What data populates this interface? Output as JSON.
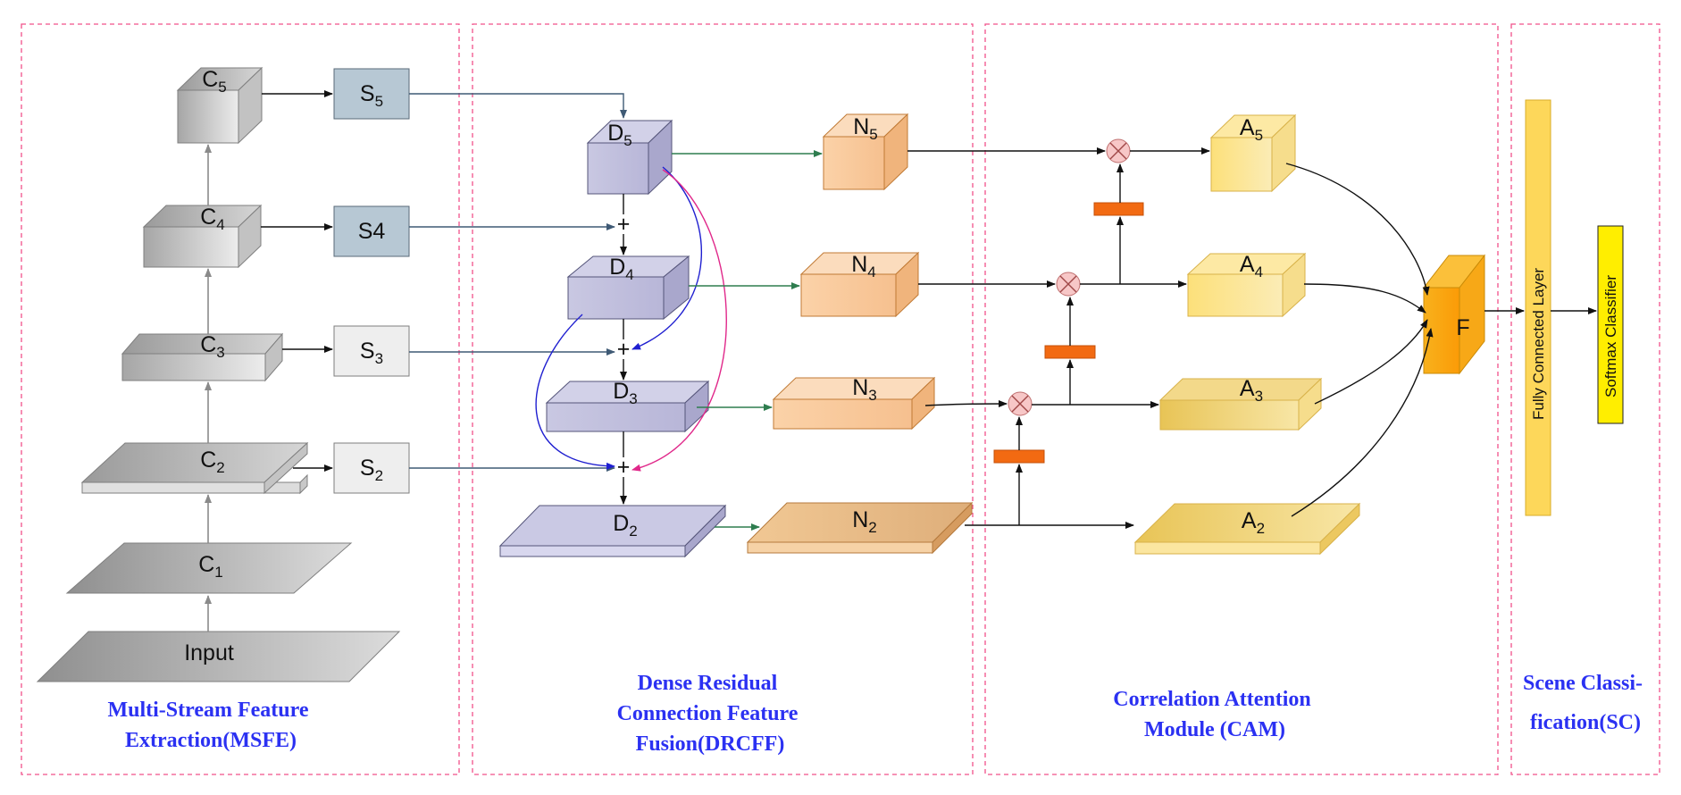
{
  "sections": {
    "msfe": [
      "Multi-Stream Feature",
      "Extraction(MSFE)"
    ],
    "drcff": [
      "Dense Residual",
      "Connection Feature",
      "Fusion(DRCFF)"
    ],
    "cam": [
      "Correlation Attention",
      "Module (CAM)"
    ],
    "sc": [
      "Scene Classi-",
      "fication(SC)"
    ]
  },
  "nodes": {
    "input": "Input",
    "c1": {
      "base": "C",
      "sub": "1"
    },
    "c2": {
      "base": "C",
      "sub": "2"
    },
    "c3": {
      "base": "C",
      "sub": "3"
    },
    "c4": {
      "base": "C",
      "sub": "4"
    },
    "c5": {
      "base": "C",
      "sub": "5"
    },
    "s2": {
      "base": "S",
      "sub": "2"
    },
    "s3": {
      "base": "S",
      "sub": "3"
    },
    "s4": "S4",
    "s5": {
      "base": "S",
      "sub": "5"
    },
    "d2": {
      "base": "D",
      "sub": "2"
    },
    "d3": {
      "base": "D",
      "sub": "3"
    },
    "d4": {
      "base": "D",
      "sub": "4"
    },
    "d5": {
      "base": "D",
      "sub": "5"
    },
    "n2": {
      "base": "N",
      "sub": "2"
    },
    "n3": {
      "base": "N",
      "sub": "3"
    },
    "n4": {
      "base": "N",
      "sub": "4"
    },
    "n5": {
      "base": "N",
      "sub": "5"
    },
    "a2": {
      "base": "A",
      "sub": "2"
    },
    "a3": {
      "base": "A",
      "sub": "3"
    },
    "a4": {
      "base": "A",
      "sub": "4"
    },
    "a5": {
      "base": "A",
      "sub": "5"
    },
    "f": "F",
    "fc": "Fully Connected Layer",
    "softmax": "Softmax Classifier",
    "plus": "+"
  },
  "colors": {
    "section_border": "#f0508a",
    "section_title": "#2b31f2",
    "arrow_dark": "#111111",
    "arrow_slate": "#3f5a75",
    "arrow_green": "#2e7d4f",
    "arrow_blue": "#1f1fd0",
    "arrow_pink": "#e0288a",
    "bar_orange": "#f26a12",
    "mult_fill": "#f7c7c7",
    "fc_fill": "#fdd75a",
    "softmax_fill": "#ffee00"
  }
}
